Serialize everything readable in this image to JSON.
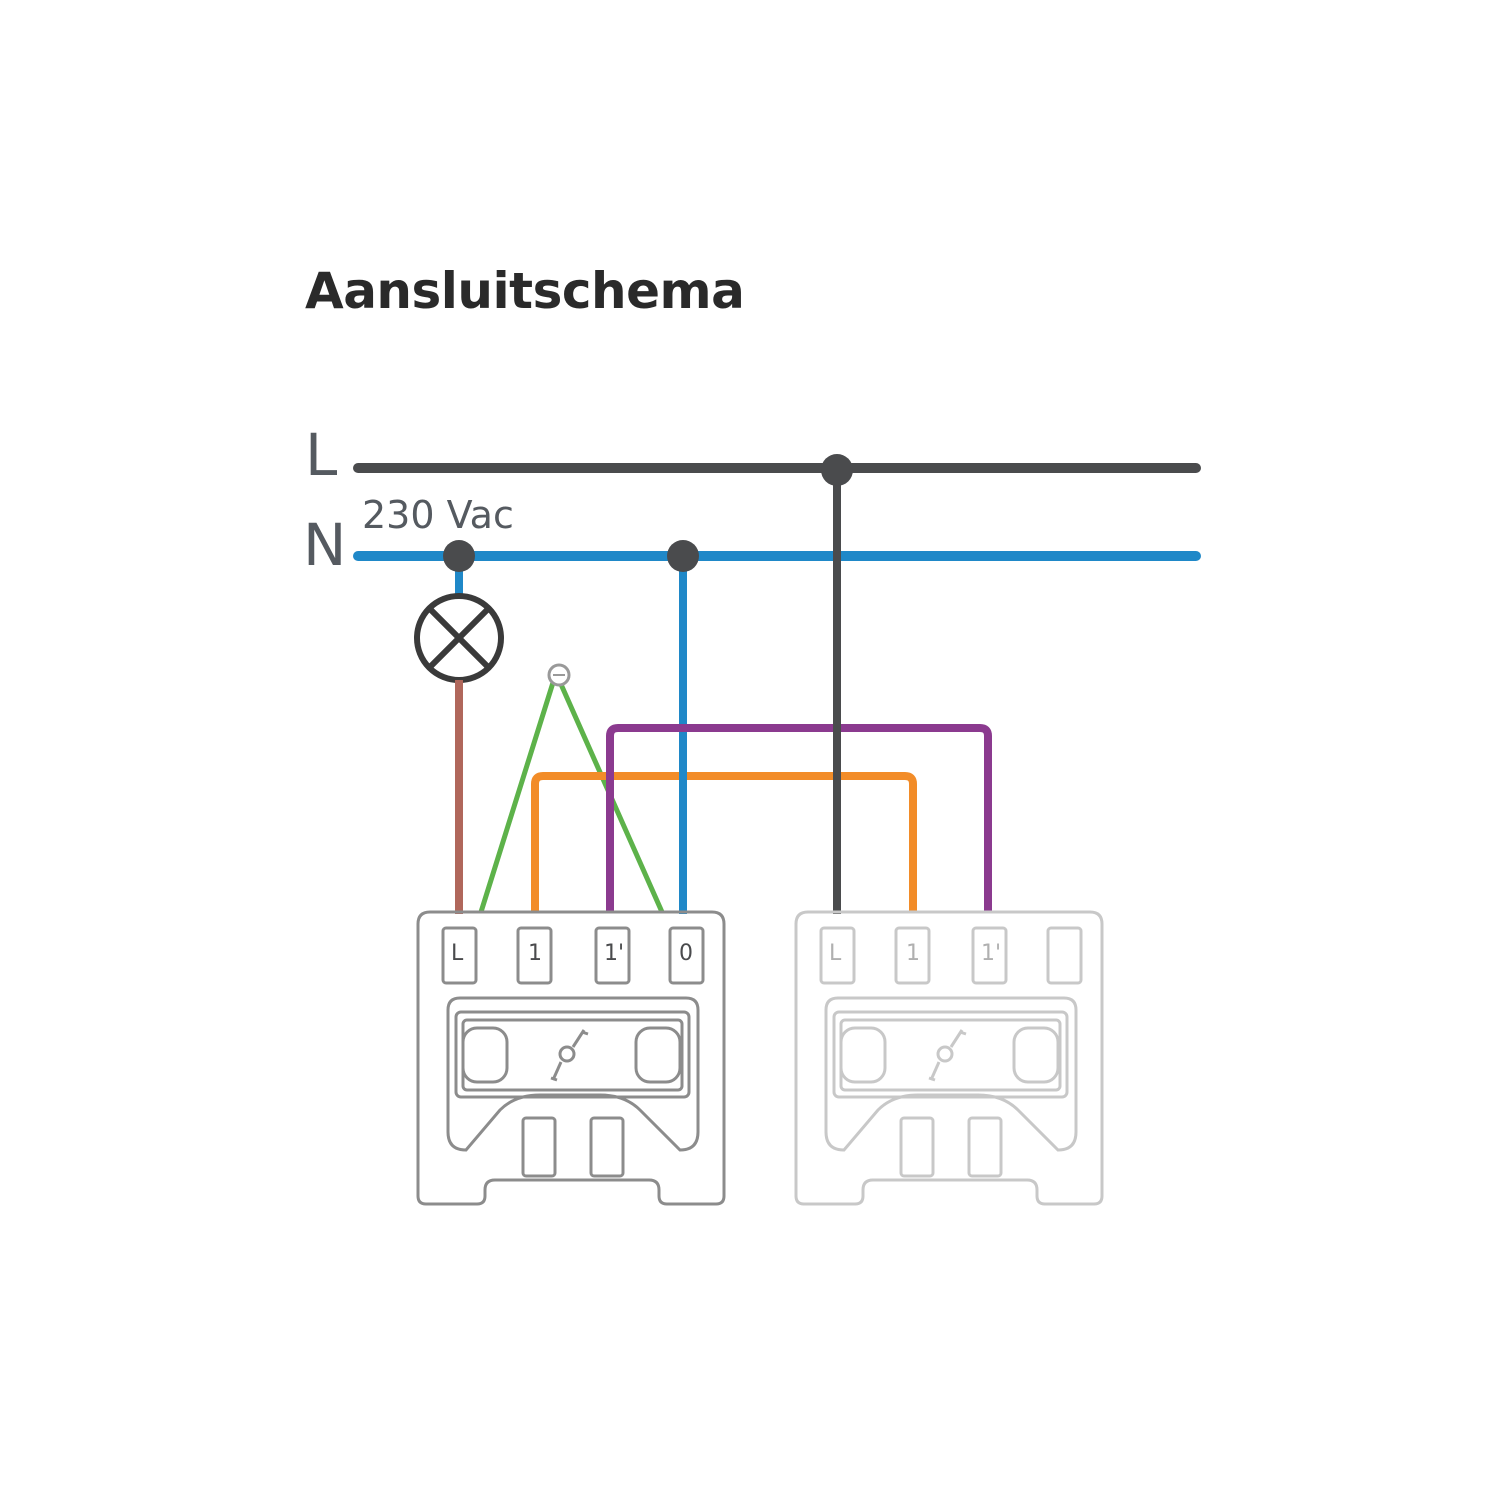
{
  "title": "Aansluitschema",
  "rails": {
    "line_label": "L",
    "neutral_label": "N",
    "voltage": "230 Vac"
  },
  "switch_1": {
    "terminals": [
      "L",
      "1",
      "1'",
      "0"
    ]
  },
  "switch_2": {
    "terminals": [
      "L",
      "1",
      "1'",
      ""
    ]
  },
  "colors": {
    "line": "#4a4b4d",
    "neutral": "#1f88c8",
    "lamp_return": "#b0675b",
    "earth": "#5db24a",
    "traveller_1": "#f28c28",
    "traveller_2": "#8b3a8f",
    "switch_1_outline": "#8c8c8c",
    "switch_2_outline": "#c8c8c8"
  }
}
